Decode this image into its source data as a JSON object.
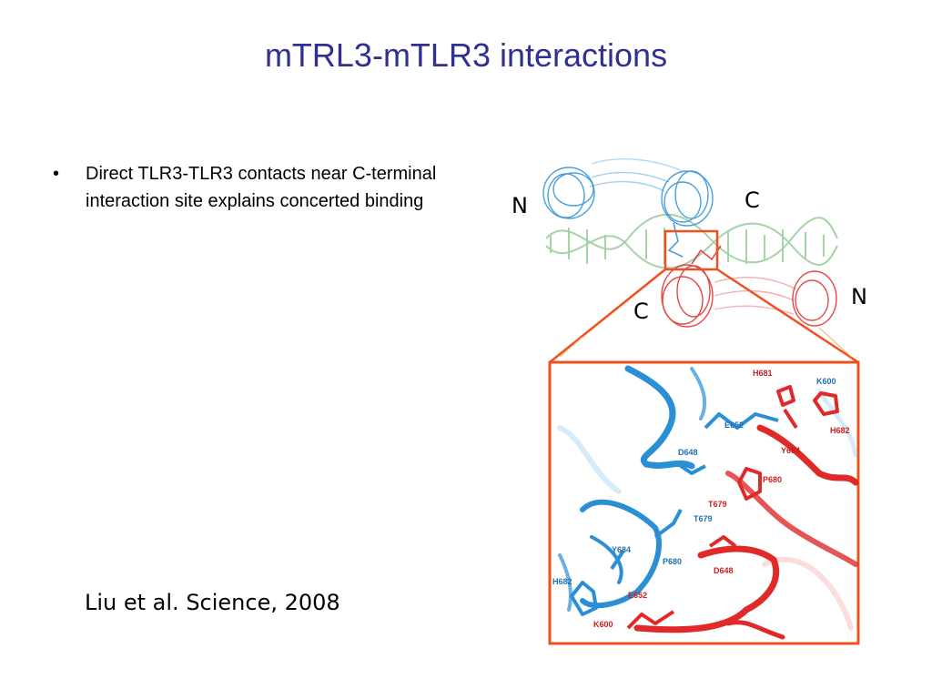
{
  "slide": {
    "title": "mTRL3-mTLR3 interactions",
    "bullets": [
      {
        "marker": "•",
        "text": "Direct TLR3-TLR3 contacts near C-terminal interaction site explains concerted binding"
      }
    ],
    "citation": "Liu et al. Science, 2008"
  },
  "figure": {
    "terminus_labels": {
      "blue_n": "N",
      "blue_c": "C",
      "red_c": "C",
      "red_n": "N"
    },
    "residues_red": [
      "H681",
      "H682",
      "Y684",
      "P680",
      "T679",
      "D648",
      "E652",
      "K600"
    ],
    "residues_blue": [
      "K600",
      "E652",
      "D648",
      "T679",
      "Y684",
      "P680",
      "H682"
    ],
    "colors": {
      "blue_chain": "#2b8fd6",
      "red_chain": "#e02a2a",
      "dna": "#8fc98f",
      "highlight_box": "#f0501e",
      "title": "#2e3192"
    }
  }
}
